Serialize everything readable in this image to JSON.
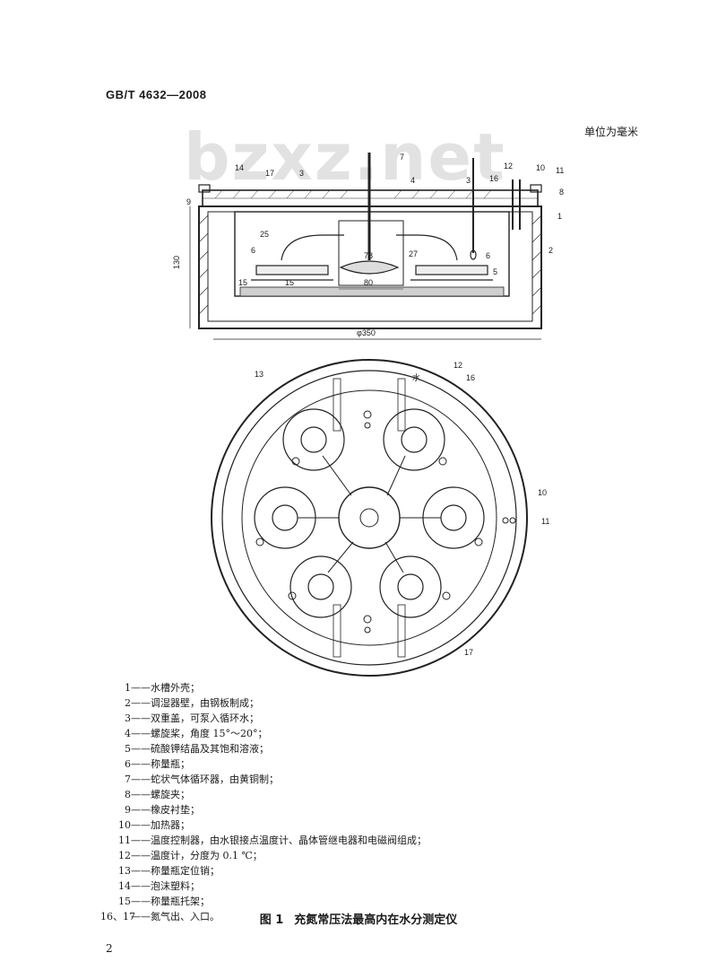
{
  "header": {
    "standard_code": "GB/T 4632—2008"
  },
  "unit_note": "单位为毫米",
  "watermark": "bzxz.net",
  "section_view": {
    "part_labels": [
      "14",
      "17",
      "3",
      "7",
      "4",
      "12",
      "10",
      "11",
      "3",
      "16",
      "8",
      "9",
      "1",
      "2",
      "25",
      "27",
      "6",
      "6",
      "15",
      "5"
    ],
    "dimensions": {
      "height": "130",
      "inner": "78",
      "base": "80",
      "pad": "15",
      "diameter": "φ350",
      "right_height": "27"
    }
  },
  "plan_view": {
    "part_labels": [
      "13",
      "12",
      "16",
      "10",
      "11",
      "17"
    ],
    "water_label": "水"
  },
  "legend": [
    {
      "num": "1",
      "text": "水槽外壳；"
    },
    {
      "num": "2",
      "text": "调湿器壁，由钢板制成；"
    },
    {
      "num": "3",
      "text": "双重盖，可泵入循环水；"
    },
    {
      "num": "4",
      "text": "螺旋桨，角度 15°～20°；"
    },
    {
      "num": "5",
      "text": "硫酸钾结晶及其饱和溶液；"
    },
    {
      "num": "6",
      "text": "称量瓶；"
    },
    {
      "num": "7",
      "text": "蛇状气体循环器，由黄铜制；"
    },
    {
      "num": "8",
      "text": "螺旋夹；"
    },
    {
      "num": "9",
      "text": "橡皮衬垫；"
    },
    {
      "num": "10",
      "text": "加热器；"
    },
    {
      "num": "11",
      "text": "温度控制器，由水银接点温度计、晶体管继电器和电磁阀组成；"
    },
    {
      "num": "12",
      "text": "温度计，分度为 0.1 ℃；"
    },
    {
      "num": "13",
      "text": "称量瓶定位销；"
    },
    {
      "num": "14",
      "text": "泡沫塑料；"
    },
    {
      "num": "15",
      "text": "称量瓶托架；"
    },
    {
      "num": "16、17",
      "text": "氮气出、入口。"
    }
  ],
  "caption": {
    "label": "图 1",
    "title": "充氮常压法最高内在水分测定仪"
  },
  "page_number": "2"
}
